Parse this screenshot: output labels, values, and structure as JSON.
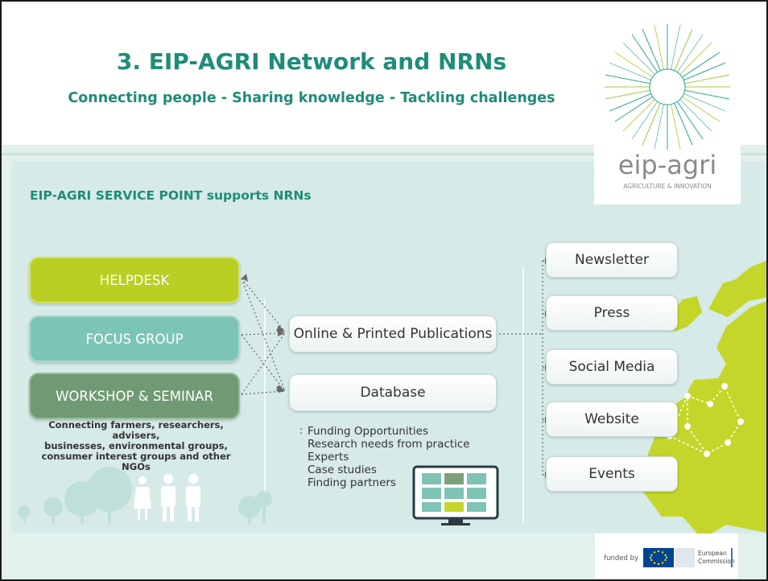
{
  "header": {
    "title": "3. EIP-AGRI Network and NRNs",
    "subtitle": "Connecting people - Sharing knowledge - Tackling challenges"
  },
  "logo": {
    "wordmark": "eip-agri",
    "tagline": "AGRICULTURE & INNOVATION",
    "icon": "starburst-logo-icon"
  },
  "section": {
    "label": "EIP-AGRI SERVICE POINT supports NRNs"
  },
  "services": {
    "helpdesk": "HELPDESK",
    "focus_group": "FOCUS GROUP",
    "workshop": "WORKSHOP & SEMINAR"
  },
  "caption": {
    "line1": "Connecting farmers, researchers, advisers,",
    "line2": "businesses, environmental groups,",
    "line3": "consumer interest groups and other NGOs"
  },
  "publications": {
    "online": "Online & Printed Publications",
    "database": "Database"
  },
  "database_items": [
    "Funding Opportunities",
    "Research needs from practice",
    "Experts",
    "Case studies",
    "Finding partners"
  ],
  "channels": [
    "Newsletter",
    "Press",
    "Social Media",
    "Website",
    "Events"
  ],
  "footer": {
    "funded_by": "funded by",
    "commission_line1": "European",
    "commission_line2": "Commission"
  },
  "colors": {
    "teal": "#1f8c78",
    "helpdesk_green": "#b9cf23",
    "focus_teal": "#7cc4b6",
    "workshop_green": "#6f9a73",
    "map_green": "#c4d62a",
    "eu_blue": "#004494",
    "eu_star": "#ffdd00"
  }
}
